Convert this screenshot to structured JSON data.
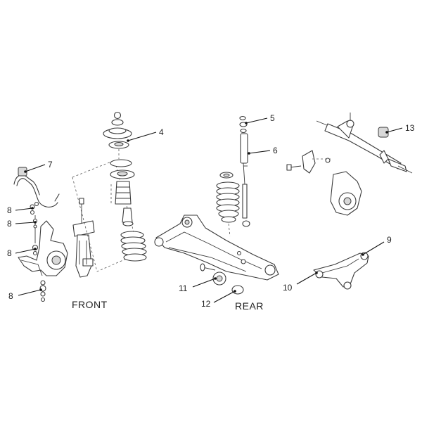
{
  "labels": {
    "front": "FRONT",
    "rear": "REAR"
  },
  "callouts": {
    "c4": "4",
    "c5": "5",
    "c6": "6",
    "c7": "7",
    "c8a": "8",
    "c8b": "8",
    "c8c": "8",
    "c8d": "8",
    "c9": "9",
    "c10": "10",
    "c11": "11",
    "c12": "12",
    "c13": "13"
  }
}
